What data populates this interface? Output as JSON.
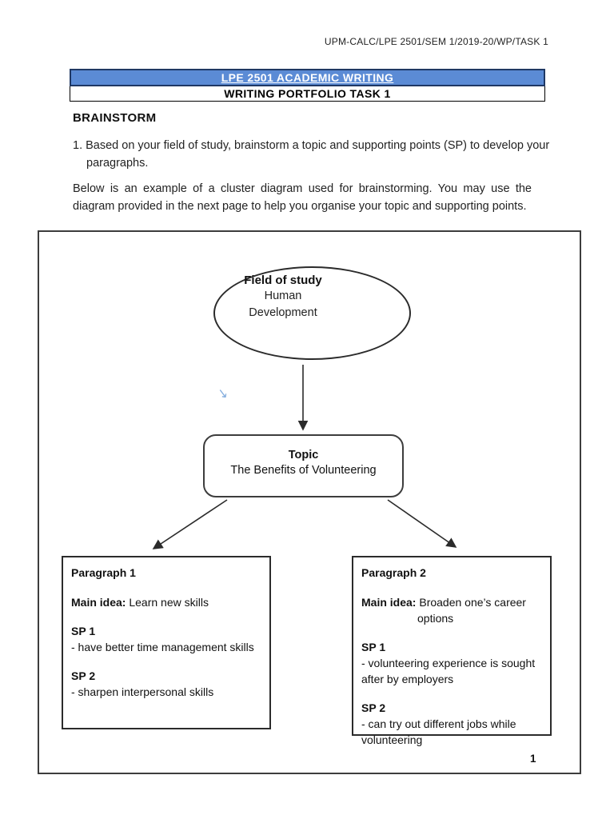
{
  "page": {
    "header_code": "UPM-CALC/LPE 2501/SEM 1/2019-20/WP/TASK 1",
    "page_number": "1"
  },
  "banner": {
    "line1": "LPE 2501 ACADEMIC WRITING",
    "line2": "WRITING PORTFOLIO TASK 1",
    "blue_fill": "#5b8bd5",
    "blue_border": "#1f3864"
  },
  "content": {
    "heading": "BRAINSTORM",
    "instruction1": "1. Based on your field of study, brainstorm a topic and supporting points (SP) to develop your paragraphs.",
    "instruction2": "Below is an example of a cluster diagram used for brainstorming. You may use the diagram provided in the next page to help you organise your topic and supporting points."
  },
  "diagram": {
    "field": {
      "label": "Field of study",
      "value_line1": "Human",
      "value_line2": "Development"
    },
    "topic": {
      "label": "Topic",
      "value": "The Benefits of Volunteering"
    },
    "paragraph1": {
      "title": "Paragraph 1",
      "main_idea_label": "Main idea:",
      "main_idea": "Learn new skills",
      "sp1_label": "SP 1",
      "sp1": "- have better time management skills",
      "sp2_label": "SP 2",
      "sp2": "- sharpen interpersonal skills"
    },
    "paragraph2": {
      "title": "Paragraph 2",
      "main_idea_label": "Main idea:",
      "main_idea": "Broaden one’s career options",
      "sp1_label": "SP 1",
      "sp1": "- volunteering experience is sought after by employers",
      "sp2_label": "SP 2",
      "sp2": "- can try out different jobs while volunteering"
    },
    "cursor_glyph": "↘",
    "cursor_color": "#85aede"
  }
}
